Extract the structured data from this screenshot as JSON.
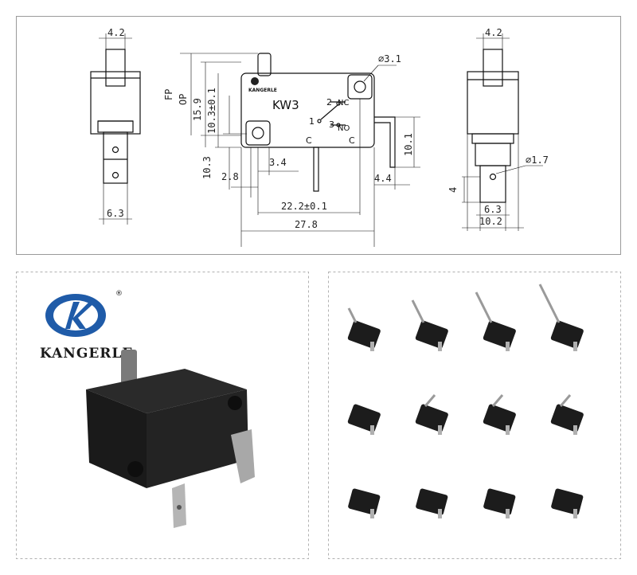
{
  "drawing": {
    "left_view": {
      "top_width": "4.2",
      "bottom_width": "6.3"
    },
    "front_view": {
      "model": "KW3",
      "brand_label": "KANGERLE",
      "hole_dia": "⌀3.1",
      "fp": "FP",
      "op": "OP",
      "h159": "15.9",
      "h103tol": "10.3±0.1",
      "h103": "10.3",
      "w28": "2.8",
      "w34": "3.4",
      "w222": "22.2±0.1",
      "w278": "27.8",
      "w44": "4.4",
      "h101": "10.1",
      "term_nc": "NC",
      "term_no": "NO",
      "num_1": "1",
      "num_2": "2",
      "num_3": "3",
      "c_left": "C",
      "c_right": "C"
    },
    "right_view": {
      "top_width": "4.2",
      "hole_dia": "⌀1.7",
      "h4": "4",
      "w63": "6.3",
      "w102": "10.2"
    }
  },
  "brand": {
    "name": "KANGERLE",
    "registered": "®",
    "colors": {
      "blue": "#1f5ba8",
      "dark": "#1a1a1a"
    }
  }
}
